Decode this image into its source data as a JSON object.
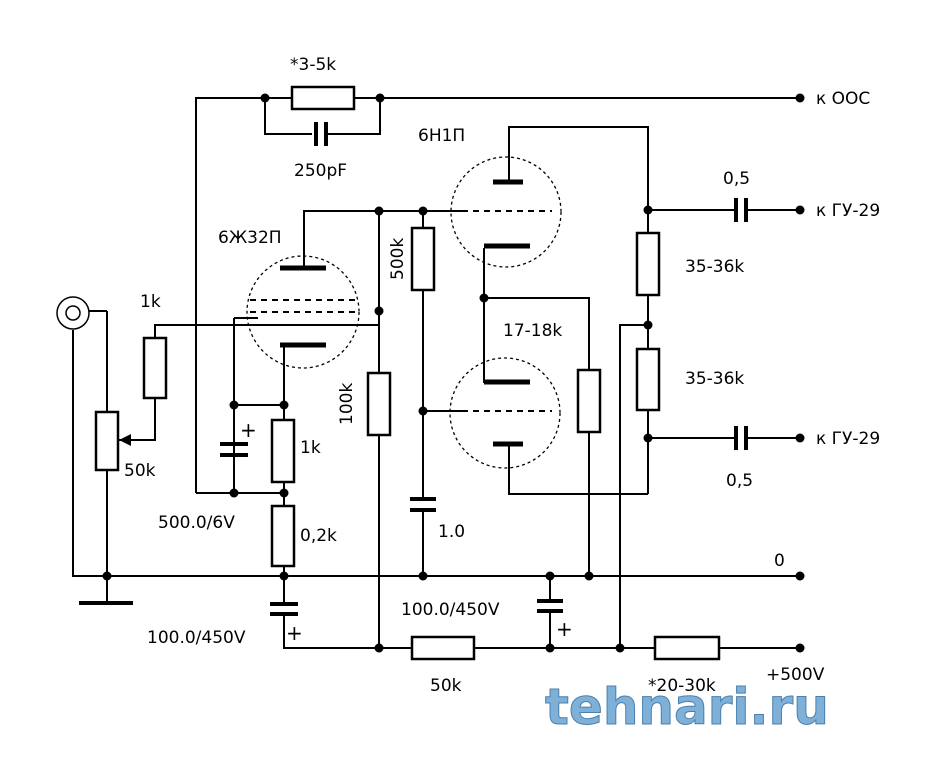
{
  "tubes": {
    "pentode": "6Ж32П",
    "triode": "6Н1П"
  },
  "components": {
    "r_feedback": "*3-5k",
    "c_feedback": "250pF",
    "r_grid_stop": "1k",
    "r_volume": "50k",
    "r_cathode": "1k",
    "c_cathode": "500.0/6V",
    "r_cathode2": "0,2k",
    "c_supply1": "100.0/450V",
    "r_screen": "100k",
    "r_grid_leak": "500k",
    "c_grid": "1.0",
    "r_tail": "17-18k",
    "r_anode1": "35-36k",
    "r_anode2": "35-36k",
    "c_out1": "0,5",
    "c_out2": "0,5",
    "c_supply2": "100.0/450V",
    "r_supply1": "50k",
    "r_supply2": "*20-30k"
  },
  "terminals": {
    "feedback": "к ООС",
    "out1": "к ГУ-29",
    "out2": "к ГУ-29",
    "ground": "0",
    "supply": "+500V"
  },
  "polarity": {
    "plus": "+"
  },
  "watermark": "tehnari.ru"
}
